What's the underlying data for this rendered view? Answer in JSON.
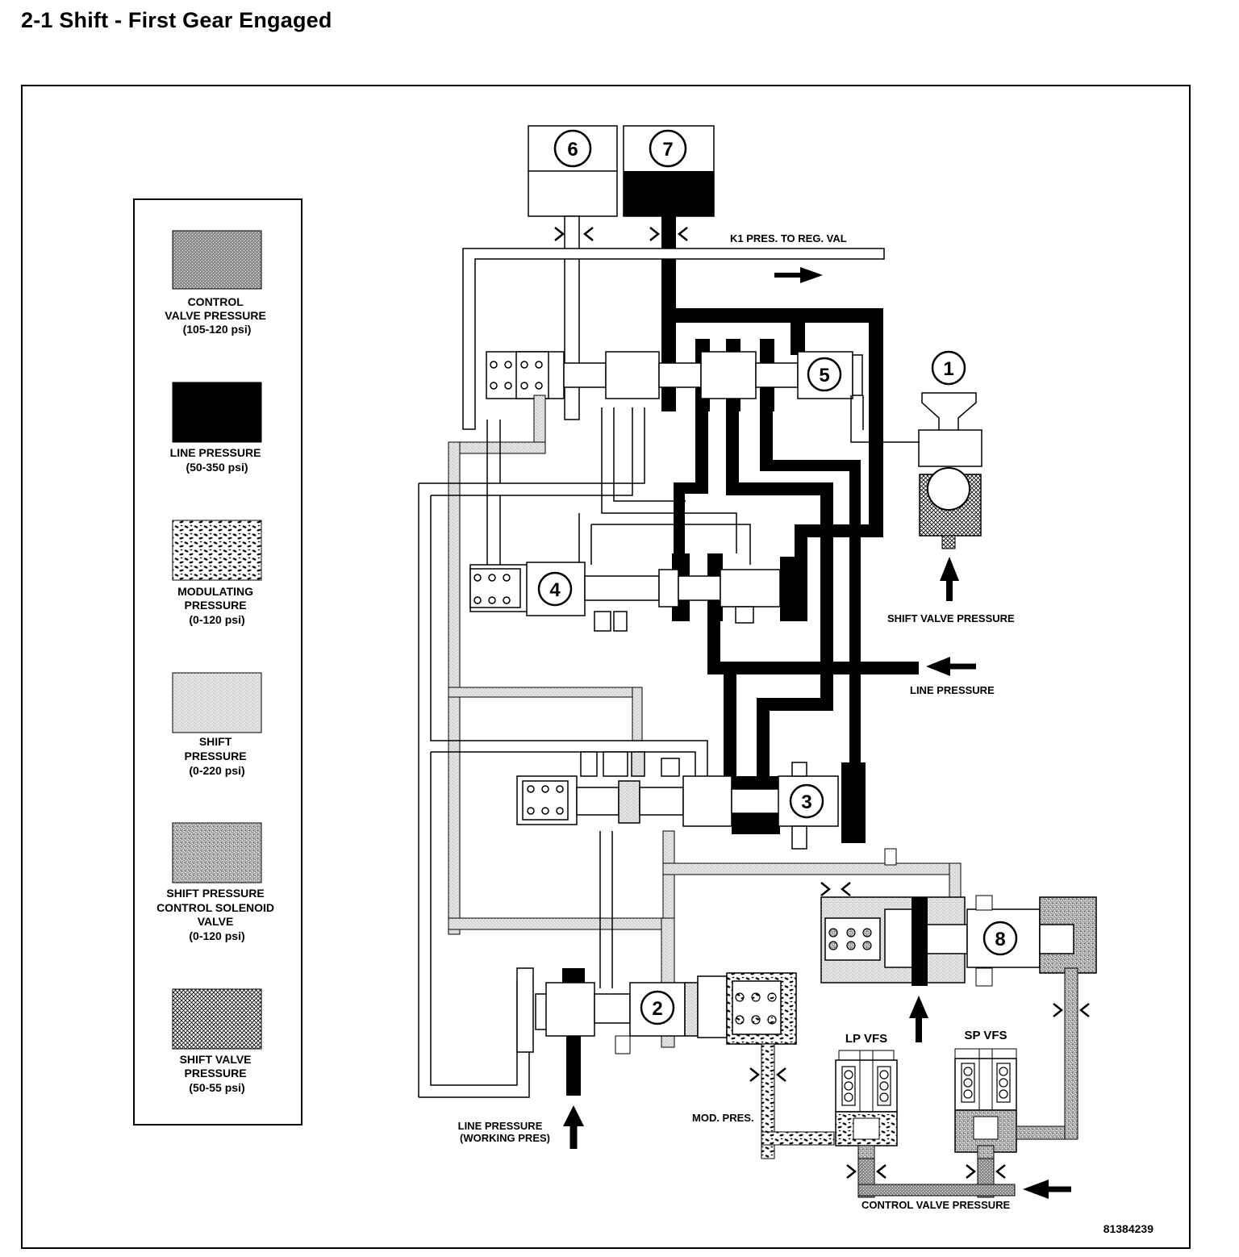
{
  "title": "2-1 Shift - First Gear Engaged",
  "figure_id": "81384239",
  "legend": {
    "items": [
      {
        "pattern": "control-valve",
        "lines": [
          "CONTROL",
          "VALVE PRESSURE",
          "(105-120 psi)"
        ]
      },
      {
        "pattern": "line",
        "lines": [
          "LINE PRESSURE",
          "(50-350 psi)"
        ]
      },
      {
        "pattern": "modulating",
        "lines": [
          "MODULATING",
          "PRESSURE",
          "(0-120 psi)"
        ]
      },
      {
        "pattern": "shift",
        "lines": [
          "SHIFT",
          "PRESSURE",
          "(0-220 psi)"
        ]
      },
      {
        "pattern": "shift-solenoid",
        "lines": [
          "SHIFT PRESSURE",
          "CONTROL SOLENOID",
          "VALVE",
          "(0-120 psi)"
        ]
      },
      {
        "pattern": "shift-valve",
        "lines": [
          "SHIFT VALVE",
          "PRESSURE",
          "(50-55 psi)"
        ]
      }
    ]
  },
  "labels": {
    "k1_pres": "K1 PRES. TO REG. VAL",
    "shift_valve_pressure": "SHIFT VALVE PRESSURE",
    "line_pressure": "LINE PRESSURE",
    "line_pressure_working_1": "LINE PRESSURE",
    "line_pressure_working_2": "(WORKING PRES)",
    "mod_pres": "MOD. PRES.",
    "control_valve_pressure": "CONTROL VALVE PRESSURE",
    "lp_vfs": "LP VFS",
    "sp_vfs": "SP VFS"
  },
  "callouts": [
    "1",
    "2",
    "3",
    "4",
    "5",
    "6",
    "7",
    "8"
  ],
  "colors": {
    "line": "#000000",
    "background": "#ffffff"
  }
}
